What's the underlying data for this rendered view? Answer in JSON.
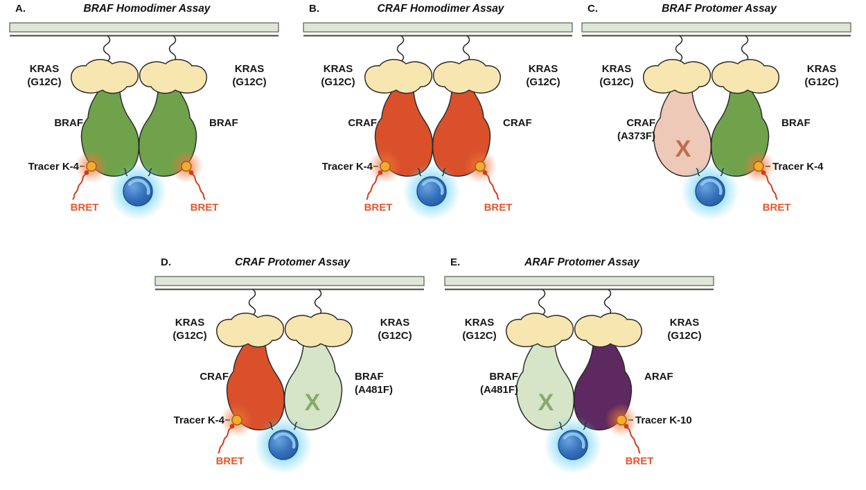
{
  "colors": {
    "membrane_fill": "#e0e6d7",
    "membrane_stroke": "#565c50",
    "kras_fill": "#f8e6b0",
    "outline": "#2b2b2b",
    "tracer_dot": "#f5ab2e",
    "tracer_squiggle": "#d23a1c",
    "tracer_glow": "#f0753a",
    "bret_text": "#e4572e",
    "luciferase_blue": "#2f6db6",
    "luciferase_glow": "#59cdf2",
    "braf_green": "#6fa24b",
    "craf_orange": "#d9502a",
    "craf_pale_salmon": "#eec9b8",
    "braf_pale_green": "#d6e4c8",
    "araf_purple": "#5e2960"
  },
  "panels": [
    {
      "letter": "A.",
      "title": "BRAF Homodimer Assay",
      "kras_left": [
        "KRAS",
        "(G12C)"
      ],
      "kras_right": [
        "KRAS",
        "(G12C)"
      ],
      "left_protein": {
        "label": [
          "BRAF"
        ],
        "color": "#6fa24b"
      },
      "right_protein": {
        "label": [
          "BRAF"
        ],
        "color": "#6fa24b"
      },
      "tracer_label": "Tracer K-4",
      "bret_left": "BRET",
      "bret_right": "BRET"
    },
    {
      "letter": "B.",
      "title": "CRAF Homodimer Assay",
      "kras_left": [
        "KRAS",
        "(G12C)"
      ],
      "kras_right": [
        "KRAS",
        "(G12C)"
      ],
      "left_protein": {
        "label": [
          "CRAF"
        ],
        "color": "#d9502a"
      },
      "right_protein": {
        "label": [
          "CRAF"
        ],
        "color": "#d9502a"
      },
      "tracer_label": "Tracer K-4",
      "bret_left": "BRET",
      "bret_right": "BRET"
    },
    {
      "letter": "C.",
      "title": "BRAF Protomer Assay",
      "kras_left": [
        "KRAS",
        "(G12C)"
      ],
      "kras_right": [
        "KRAS",
        "(G12C)"
      ],
      "left_protein": {
        "label": [
          "CRAF",
          "(A373F)"
        ],
        "color": "#eec9b8",
        "x_mark": "X",
        "x_color": "#bb6a49"
      },
      "right_protein": {
        "label": [
          "BRAF"
        ],
        "color": "#6fa24b"
      },
      "tracer_label": "Tracer K-4",
      "bret_right": "BRET"
    },
    {
      "letter": "D.",
      "title": "CRAF Protomer Assay",
      "kras_left": [
        "KRAS",
        "(G12C)"
      ],
      "kras_right": [
        "KRAS",
        "(G12C)"
      ],
      "left_protein": {
        "label": [
          "CRAF"
        ],
        "color": "#d9502a"
      },
      "right_protein": {
        "label": [
          "BRAF",
          "(A481F)"
        ],
        "color": "#d6e4c8",
        "x_mark": "X",
        "x_color": "#84a768"
      },
      "tracer_label": "Tracer K-4",
      "bret_left": "BRET"
    },
    {
      "letter": "E.",
      "title": "ARAF Protomer Assay",
      "kras_left": [
        "KRAS",
        "(G12C)"
      ],
      "kras_right": [
        "KRAS",
        "(G12C)"
      ],
      "left_protein": {
        "label": [
          "BRAF",
          "(A481F)"
        ],
        "color": "#d6e4c8",
        "x_mark": "X",
        "x_color": "#84a768"
      },
      "right_protein": {
        "label": [
          "ARAF"
        ],
        "color": "#5e2960"
      },
      "tracer_label": "Tracer K-10",
      "bret_right": "BRET"
    }
  ]
}
